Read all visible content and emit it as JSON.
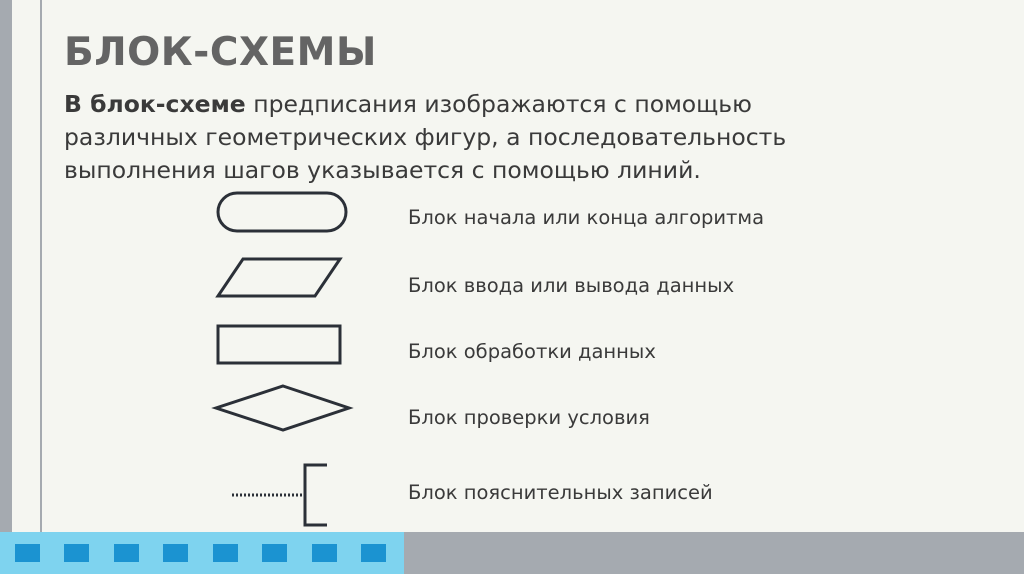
{
  "slide": {
    "title": "БЛОК-СХЕМЫ",
    "intro_bold": "В блок-схеме",
    "intro_rest": " предписания изображаются с помощью различных геометрических фигур, а последовательность выполнения шагов указывается с помощью линий."
  },
  "legend": [
    {
      "shape": "terminal-oval",
      "label": "Блок начала или конца алгоритма"
    },
    {
      "shape": "parallelogram",
      "label": "Блок ввода или вывода данных"
    },
    {
      "shape": "rectangle",
      "label": "Блок обработки данных"
    },
    {
      "shape": "diamond",
      "label": "Блок проверки условия"
    },
    {
      "shape": "comment-bracket",
      "label": "Блок пояснительных записей"
    }
  ],
  "colors": {
    "background": "#f5f6f1",
    "frame_gray": "#a5aab0",
    "strip_cyan": "#7ed3ef",
    "square_blue": "#1b93d1",
    "title_gray": "#646464",
    "text": "#3a3a3a",
    "shape_stroke": "#2b3038"
  }
}
